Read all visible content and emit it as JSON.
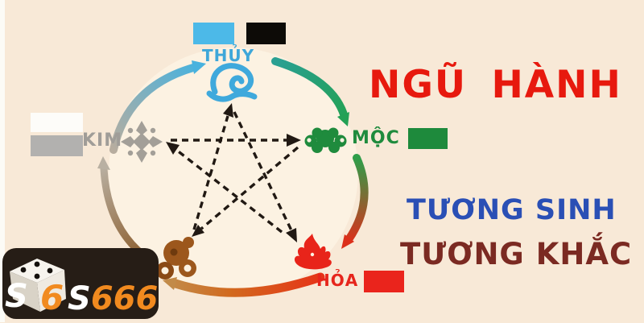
{
  "background_color": "#f8e9d7",
  "title": {
    "text": "NGŨ HÀNH",
    "color": "#e7190e"
  },
  "captions": {
    "sinh": {
      "text": "TƯƠNG SINH",
      "color": "#2a4fb5"
    },
    "khac": {
      "text": "TƯƠNG KHẮC",
      "color": "#7b2a22"
    }
  },
  "elements": {
    "thuy": {
      "label": "THỦY",
      "color": "#3ea7d9",
      "icon": "water-swirl-icon",
      "legend_colors": [
        "#4cb9e8",
        "#0d0b07"
      ]
    },
    "kim": {
      "label": "KIM",
      "color": "#a09d98",
      "icon": "metal-sparkle-icon",
      "legend_colors": [
        "#fdfcf9",
        "#b2b1af"
      ]
    },
    "moc": {
      "label": "MỘC",
      "color": "#1f8b3d",
      "icon": "wood-tree-icon",
      "legend_colors": [
        "#1e8a3c"
      ]
    },
    "hoa": {
      "label": "HỎA",
      "color": "#e6251c",
      "icon": "fire-flame-icon",
      "legend_colors": [
        "#ea241c"
      ]
    },
    "tho": {
      "color": "#9c571c",
      "icon": "earth-rocks-icon",
      "legend_colors": []
    }
  },
  "cycles": {
    "tuong_sinh": [
      "KIM → THỦY",
      "THỦY → MỘC",
      "MỘC → HỎA",
      "HỎA → THỔ",
      "THỔ → KIM"
    ],
    "tuong_khac": [
      "KIM → MỘC",
      "MỘC → THỔ",
      "THỔ → THỦY",
      "THỦY → HỎA",
      "HỎA → KIM"
    ]
  },
  "logo": {
    "dice_letter": "S",
    "dice_number": "6",
    "brand_s": "S",
    "brand_666": "666",
    "accent_color": "#f18a1f"
  }
}
